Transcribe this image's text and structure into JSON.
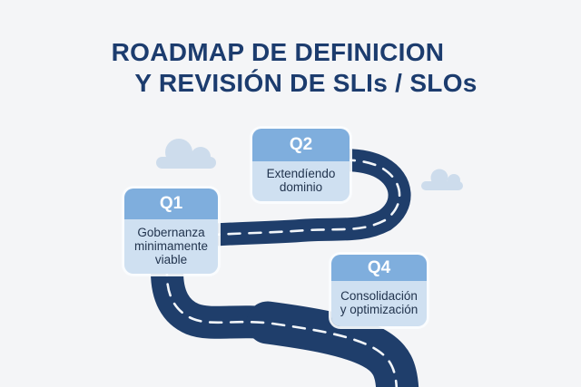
{
  "title": {
    "line1": "ROADMAP DE DEFINICION",
    "line2": "Y REVISIÓN DE SLIs / SLOs"
  },
  "milestones": [
    {
      "quarter": "Q1",
      "description": "Gobernanza\nminimamente\nviable"
    },
    {
      "quarter": "Q2",
      "description": "Extendíendo\ndominio"
    },
    {
      "quarter": "Q4",
      "description": "Consolidación\ny optimización"
    }
  ],
  "decorations": {
    "road": "winding-road-with-dashed-center-line",
    "clouds": [
      "cloud-left",
      "cloud-right"
    ]
  },
  "colors": {
    "background": "#f4f5f7",
    "title": "#1c3c6e",
    "card_header": "#7faedd",
    "card_body": "#cfe0f1",
    "card_text": "#22344e",
    "road": "#1f3e6b",
    "dash_line": "#f2f6fa",
    "cloud": "#cddcec"
  }
}
